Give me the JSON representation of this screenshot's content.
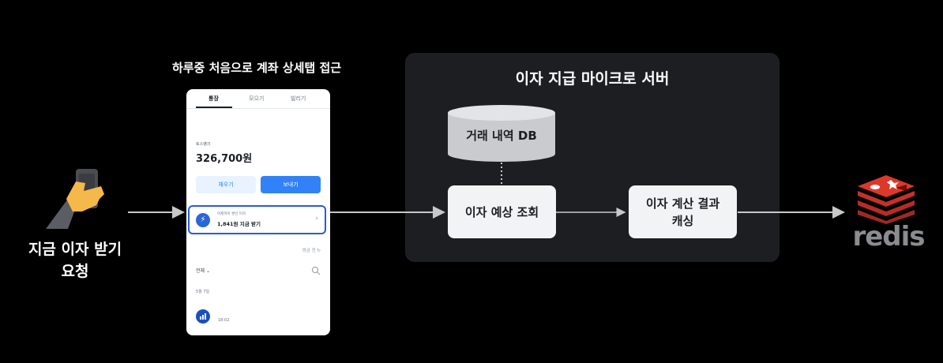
{
  "user": {
    "label": "지금 이자 받기\n요청"
  },
  "phone": {
    "caption": "하루중 처음으로 계좌 상세탭 접근",
    "tabs": [
      "통장",
      "모으기",
      "빌리기"
    ],
    "bank_name": "토스뱅크",
    "balance": "326,700원",
    "buttons": {
      "fill": "채우기",
      "send": "보내기"
    },
    "interest_card": {
      "subtitle": "어제까지 쌓인 이자",
      "title": "1,841원 지금 받기"
    },
    "updated": "방금 전",
    "filter": "전체",
    "date": "5월 7일",
    "tx_time": "18:02"
  },
  "server": {
    "title": "이자 지급 마이크로 서버",
    "db": "거래 내역 DB",
    "lookup": "이자 예상 조회",
    "cache": "이자 계산 결과\n캐싱"
  },
  "redis": {
    "text": "redis"
  },
  "colors": {
    "accent": "#3182f6",
    "server_bg": "#1c1e22",
    "redis_red": "#c6302b"
  }
}
